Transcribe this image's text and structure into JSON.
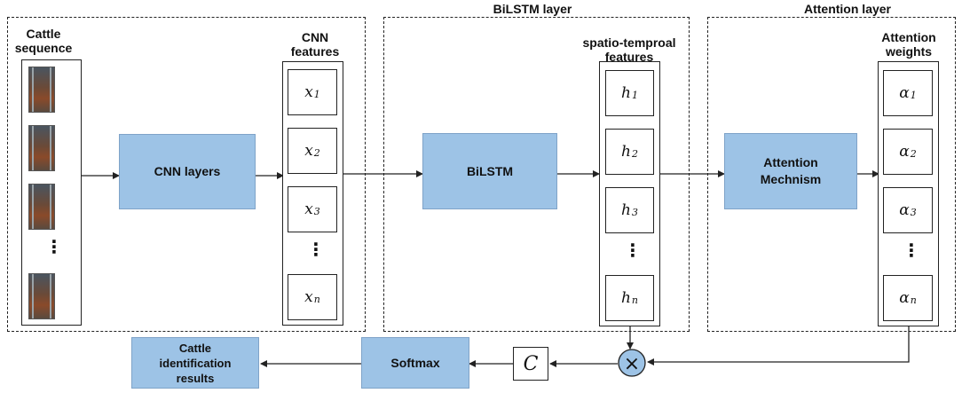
{
  "headers": {
    "bilstm_layer": "BiLSTM layer",
    "attention_layer": "Attention layer"
  },
  "columns": {
    "cattle_sequence": "Cattle\nsequence",
    "cnn_features": "CNN\nfeatures",
    "spatio_features": "spatio-temproal\nfeatures",
    "attention_weights": "Attention\nweights"
  },
  "blocks": {
    "cnn_layers": "CNN layers",
    "bilstm": "BiLSTM",
    "attention_mechanism": "Attention\nMechnism",
    "softmax": "Softmax",
    "results": "Cattle\nidentification\nresults"
  },
  "cnn_cells": [
    {
      "base": "x",
      "sub": "1"
    },
    {
      "base": "x",
      "sub": "2"
    },
    {
      "base": "x",
      "sub": "3"
    },
    {
      "base": "x",
      "sub": "n"
    }
  ],
  "h_cells": [
    {
      "base": "h",
      "sub": "1"
    },
    {
      "base": "h",
      "sub": "2"
    },
    {
      "base": "h",
      "sub": "3"
    },
    {
      "base": "h",
      "sub": "n"
    }
  ],
  "alpha_cells": [
    {
      "base": "α",
      "sub": "1"
    },
    {
      "base": "α",
      "sub": "2"
    },
    {
      "base": "α",
      "sub": "3"
    },
    {
      "base": "α",
      "sub": "n"
    }
  ],
  "context_symbol": "C",
  "multiply_symbol": "×",
  "ellipsis": "⋮",
  "colors": {
    "block_fill": "#9dc3e6",
    "block_border": "#7fa3c8",
    "line": "#222222"
  }
}
